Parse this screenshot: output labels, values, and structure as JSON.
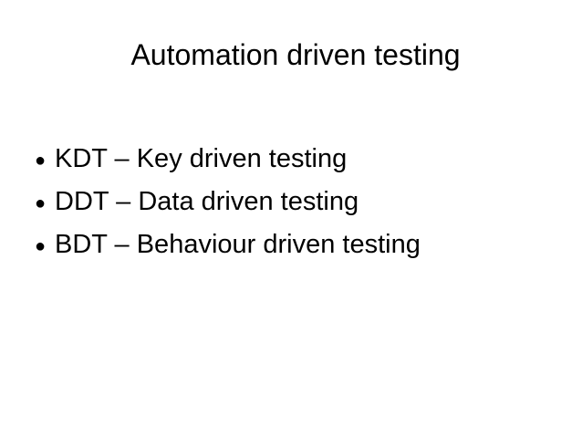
{
  "slide": {
    "title": "Automation driven testing",
    "bullet_glyph": "●",
    "bullets": [
      "KDT – Key driven testing",
      "DDT – Data driven testing",
      "BDT – Behaviour driven testing"
    ]
  }
}
